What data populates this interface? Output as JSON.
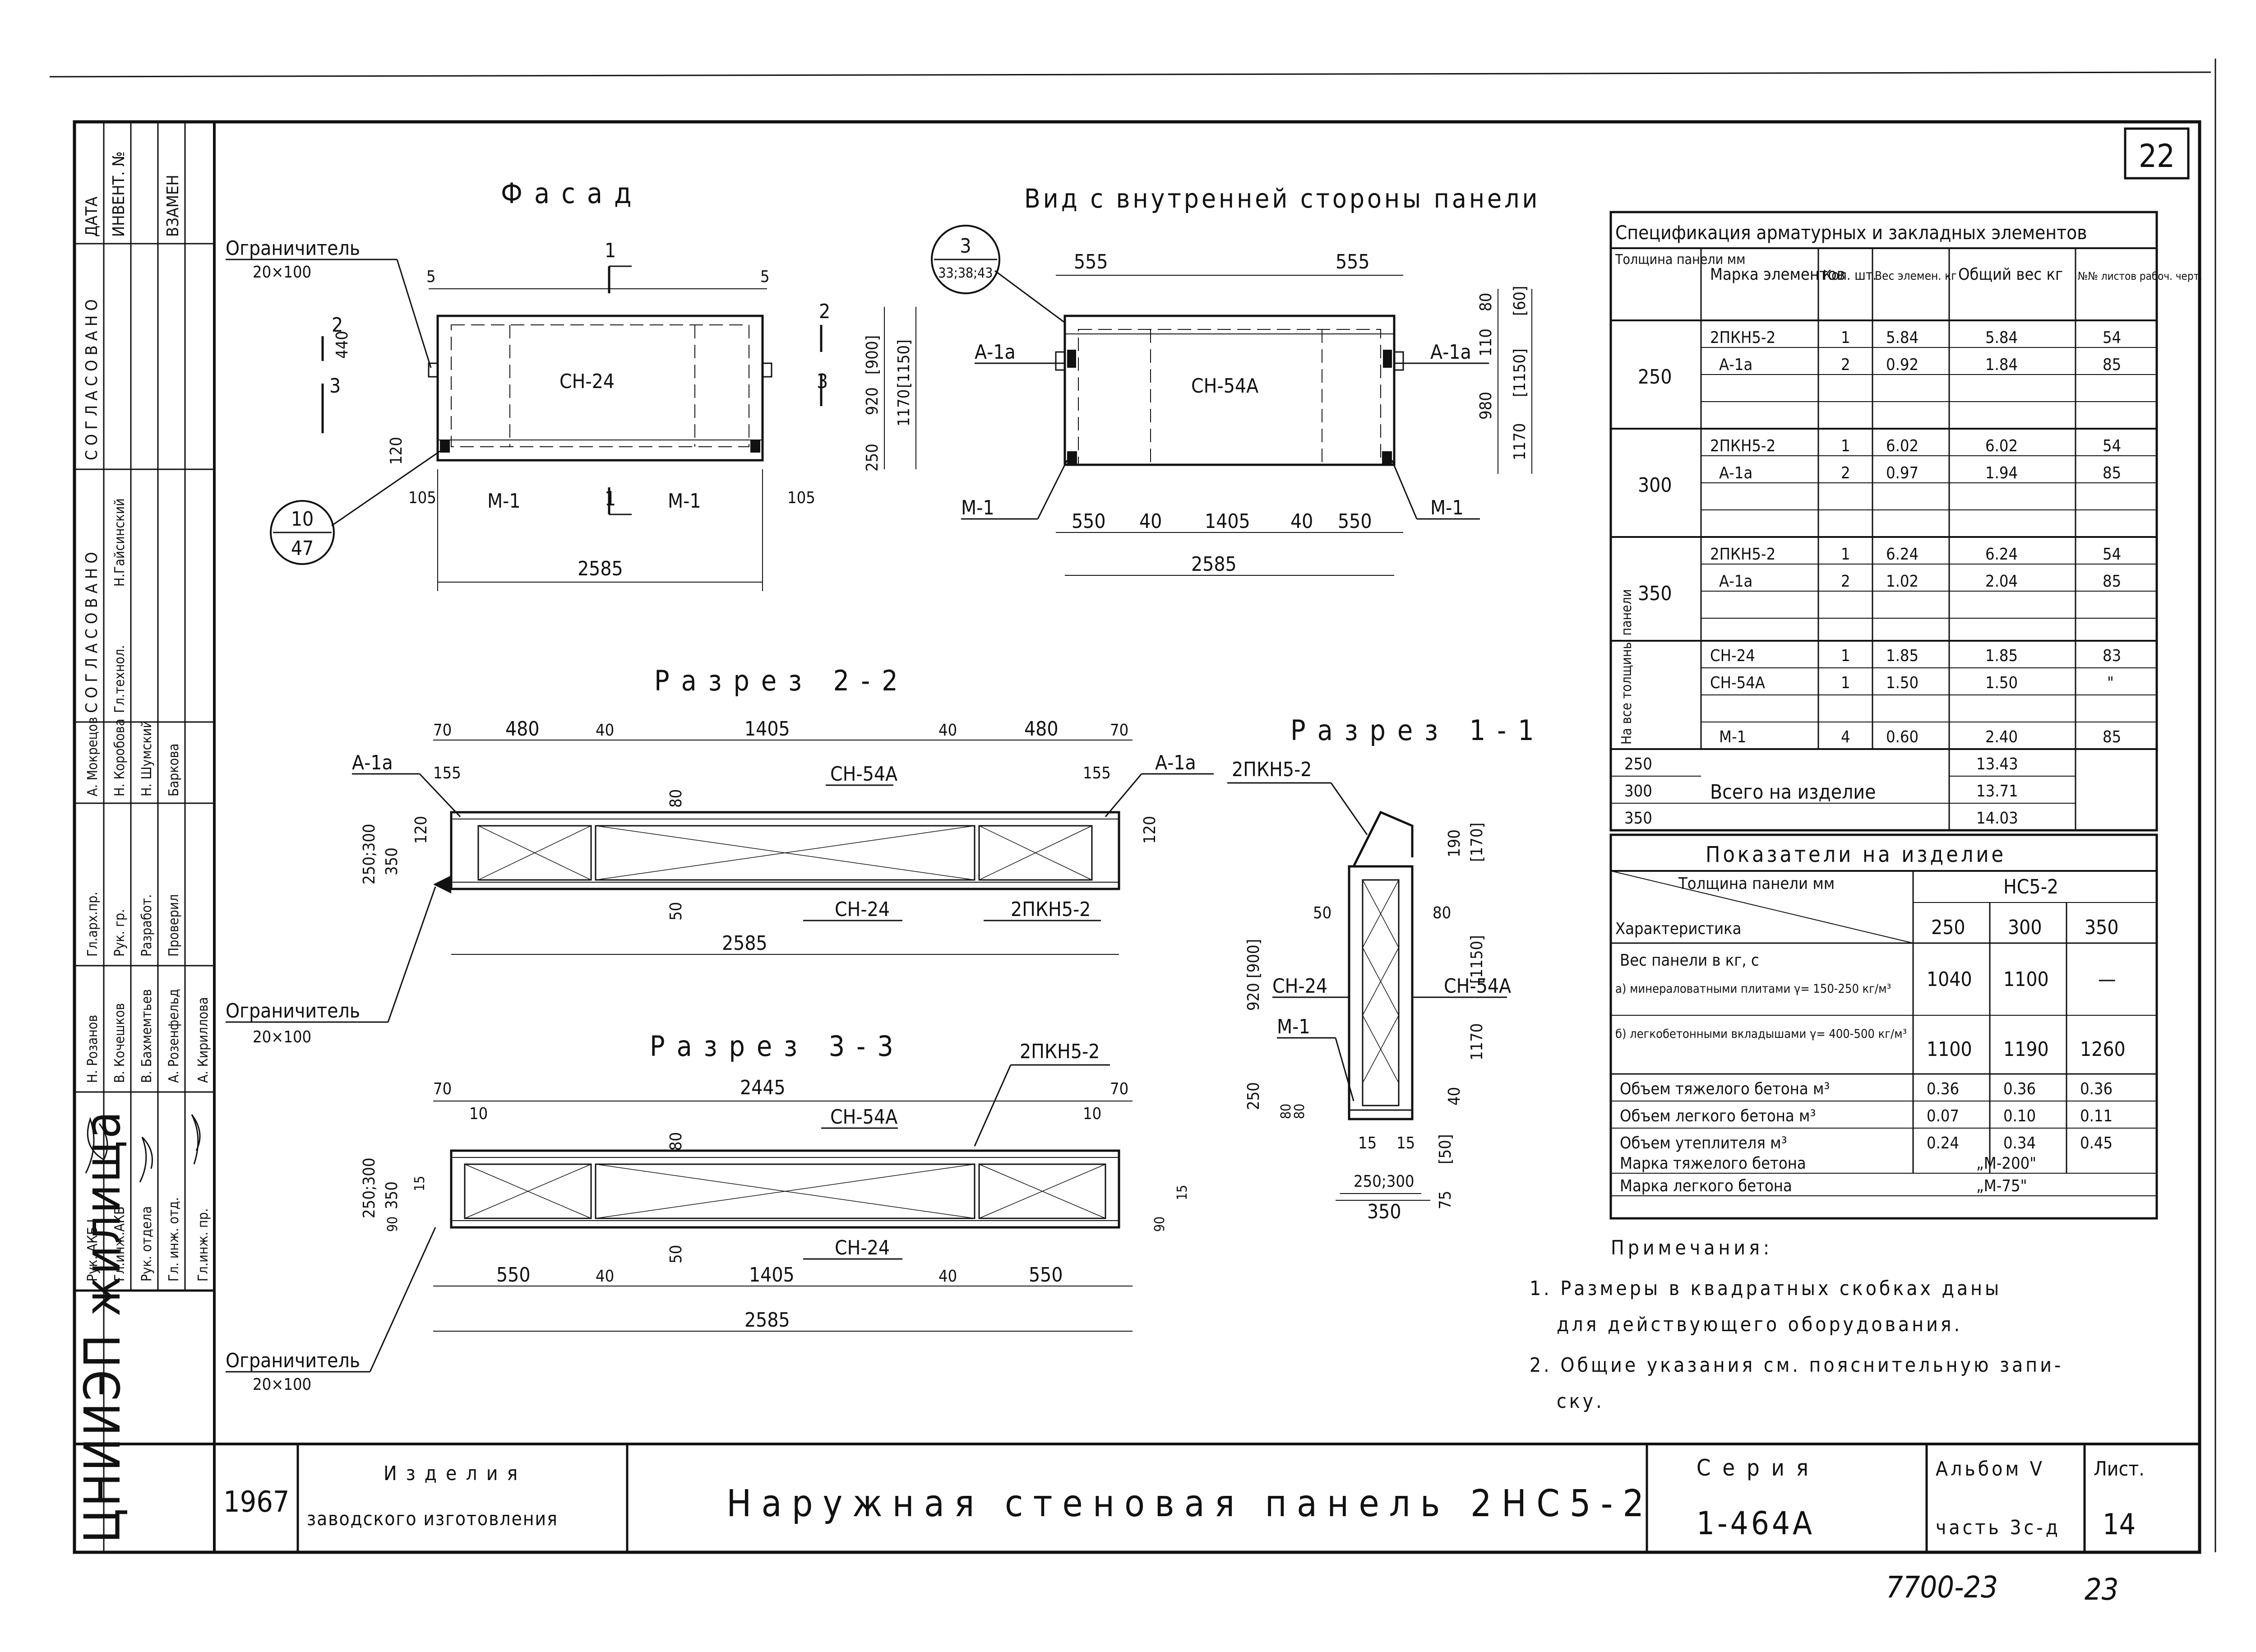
{
  "sheet_number": "22",
  "top_left_stamp": {
    "header_cols": [
      "ДАТА",
      "ИНВЕНТ. №",
      "ВЗАМЕН"
    ],
    "agreed_1": "СОГЛАСОВАНО",
    "agreed_2": "СОГЛАСОВАНО",
    "agreed_2_name": "Н.Гайсинский",
    "agreed_2_role": "Гл.технол.",
    "roles_a": [
      "Рук. АКБ I",
      "Гл.инж.АКБ",
      "Рук. отдела",
      "Гл. инж. отд.",
      "Гл.инж. пр."
    ],
    "names_a": [
      "Н. Розанов",
      "В. Кочешков",
      "В. Бахмемтьев",
      "А. Розенфельд",
      "А. Кириллова"
    ],
    "roles_b": [
      "Гл.арх.пр.",
      "Рук. гр.",
      "Разработ.",
      "Проверил"
    ],
    "names_b": [
      "А. Мокрецов",
      "Н. Коробова",
      "Н. Шумский",
      "Баркова"
    ],
    "org": "ЦНИИЭП жилища"
  },
  "views": {
    "facade_title": "Фасад",
    "inner_view_title": "Вид с внутренней стороны панели",
    "section_22_title": "Разрез 2-2",
    "section_11_title": "Разрез 1-1",
    "section_33_title": "Разрез 3-3"
  },
  "facade": {
    "limiter_label": "Ограничитель",
    "limiter_size": "20×100",
    "panel_mark": "СН-24",
    "dims": {
      "top_left": "5",
      "top_right": "5",
      "left_440": "440",
      "left_120": "120",
      "bottom_105_l": "105",
      "bottom_105_r": "105",
      "total": "2585",
      "right_920": "920",
      "right_900": "[900]",
      "right_1170": "1170",
      "right_1150": "[1150]",
      "right_250": "250"
    },
    "cut_marks": [
      "1",
      "1",
      "2",
      "2",
      "3",
      "3"
    ],
    "embed_m1_left": "М-1",
    "embed_m1_right": "М-1",
    "callout_top": "10",
    "callout_bottom": "47"
  },
  "inner_view": {
    "callout_top": "3",
    "callout_bottom": "33;38;43",
    "panel_mark": "СН-54А",
    "a1_left": "А-1а",
    "a1_right": "А-1а",
    "m1_left": "М-1",
    "m1_right": "М-1",
    "dims_top": [
      "555",
      "555"
    ],
    "dims_bottom": [
      "550",
      "40",
      "1405",
      "40",
      "550"
    ],
    "total": "2585",
    "right_dims": [
      "80",
      "[60]",
      "110",
      "980",
      "1170",
      "[1150]"
    ]
  },
  "section_22": {
    "dims_top": [
      "70",
      "480",
      "40",
      "1405",
      "40",
      "480",
      "70"
    ],
    "dims_155": [
      "155",
      "155"
    ],
    "a1_left": "А-1а",
    "a1_right": "А-1а",
    "sn54": "СН-54А",
    "sn24": "СН-24",
    "pkn": "2ПКН5-2",
    "d80": "80",
    "d50": "50",
    "d120_l": "120",
    "d120_r": "120",
    "left_height": "250;300",
    "left_350": "350",
    "total": "2585",
    "limiter_label": "Ограничитель",
    "limiter_size": "20×100"
  },
  "section_11": {
    "pkn": "2ПКН5-2",
    "sn24": "СН-24",
    "sn54": "СН-54А",
    "m1": "М-1",
    "dims": [
      "190",
      "[170]",
      "50",
      "80",
      "920 [900]",
      "[1150]",
      "1170",
      "40",
      "250",
      "80",
      "80",
      "15",
      "15",
      "[50]",
      "75",
      "250;300",
      "350"
    ]
  },
  "section_33": {
    "pkn": "2ПКН5-2",
    "sn54": "СН-54А",
    "sn24": "СН-24",
    "dims_top": [
      "70",
      "10",
      "2445",
      "10",
      "70"
    ],
    "d80": "80",
    "d50": "50",
    "left_dims": [
      "250;300",
      "350",
      "90",
      "15"
    ],
    "right_dims": [
      "90",
      "15"
    ],
    "dims_bottom": [
      "550",
      "40",
      "1405",
      "40",
      "550"
    ],
    "total": "2585",
    "limiter_label": "Ограничитель",
    "limiter_size": "20×100"
  },
  "spec_table": {
    "title": "Спецификация арматурных и закладных элементов",
    "headers": [
      "Толщина панели мм",
      "Марка элементов",
      "Кол. шт.",
      "Вес элемен. кг",
      "Общий вес кг",
      "№№ листов рабоч. черт."
    ],
    "groups": [
      {
        "thickness": "250",
        "rows": [
          [
            "2ПКН5-2",
            "1",
            "5.84",
            "5.84",
            "54"
          ],
          [
            "А-1а",
            "2",
            "0.92",
            "1.84",
            "85"
          ]
        ]
      },
      {
        "thickness": "300",
        "rows": [
          [
            "2ПКН5-2",
            "1",
            "6.02",
            "6.02",
            "54"
          ],
          [
            "А-1а",
            "2",
            "0.97",
            "1.94",
            "85"
          ]
        ]
      },
      {
        "thickness": "350",
        "rows": [
          [
            "2ПКН5-2",
            "1",
            "6.24",
            "6.24",
            "54"
          ],
          [
            "А-1а",
            "2",
            "1.02",
            "2.04",
            "85"
          ]
        ]
      }
    ],
    "all_label": "На все толщины панели",
    "all_rows": [
      [
        "СН-24",
        "1",
        "1.85",
        "1.85",
        "83"
      ],
      [
        "СН-54А",
        "1",
        "1.50",
        "1.50",
        "\""
      ],
      [
        "М-1",
        "4",
        "0.60",
        "2.40",
        "85"
      ]
    ],
    "total_label": "Всего на изделие",
    "totals": [
      [
        "250",
        "13.43"
      ],
      [
        "300",
        "13.71"
      ],
      [
        "350",
        "14.03"
      ]
    ]
  },
  "indicators": {
    "title": "Показатели на изделие",
    "diag_top": "Толщина панели мм",
    "diag_bottom": "Характеристика",
    "product": "НС5-2",
    "thicknesses": [
      "250",
      "300",
      "350"
    ],
    "weight_label": "Вес панели в кг, с",
    "weight_a_label": "а) минераловатными плитами γ= 150-250 кг/м³",
    "weight_a": [
      "1040",
      "1100",
      "—"
    ],
    "weight_b_label": "б) легкобетонными вкладышами γ= 400-500 кг/м³",
    "weight_b": [
      "1100",
      "1190",
      "1260"
    ],
    "rows": [
      {
        "label": "Объем тяжелого бетона м³",
        "values": [
          "0.36",
          "0.36",
          "0.36"
        ]
      },
      {
        "label": "Объем легкого бетона м³",
        "values": [
          "0.07",
          "0.10",
          "0.11"
        ]
      },
      {
        "label": "Объем утеплителя м³",
        "values": [
          "0.24",
          "0.34",
          "0.45"
        ]
      }
    ],
    "heavy_grade_label": "Марка тяжелого бетона",
    "heavy_grade": "„М-200\"",
    "light_grade_label": "Марка легкого бетона",
    "light_grade": "„М-75\""
  },
  "notes": {
    "title": "Примечания:",
    "items": [
      "1. Размеры в квадратных скобках даны",
      "для действующего оборудования.",
      "2. Общие указания см. пояснительную запи-",
      "ску."
    ]
  },
  "title_block": {
    "year": "1967",
    "product_line1": "Изделия",
    "product_line2": "заводского изготовления",
    "title": "Наружная стеновая панель 2НС5-2",
    "series_label": "Серия",
    "series": "1-464А",
    "album_label": "Альбом V",
    "part_label": "часть 3с-д",
    "sheet_label": "Лист.",
    "sheet": "14"
  },
  "archive_number": "7700-23",
  "page_number": "23"
}
